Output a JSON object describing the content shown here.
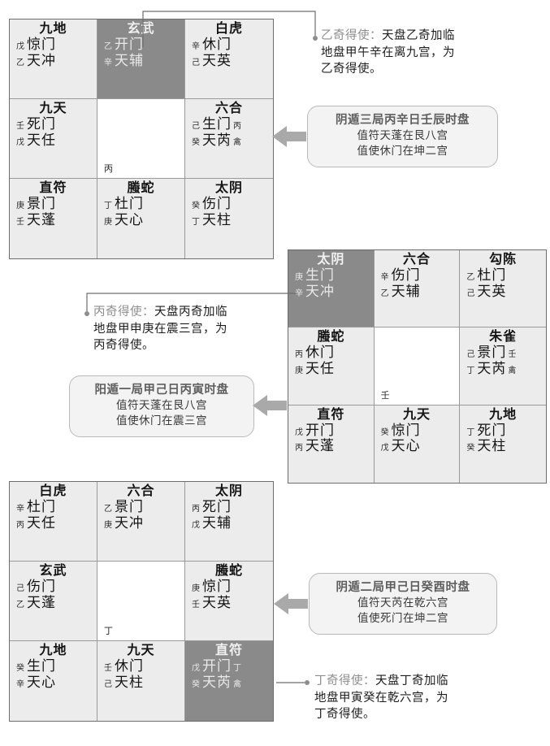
{
  "grids": [
    {
      "id": "grid-1",
      "cells": [
        {
          "god": "九地",
          "line1": {
            "pre": "戊",
            "main": "惊门",
            "suf": ""
          },
          "line2": {
            "pre": "乙",
            "main": "天冲",
            "suf": ""
          },
          "shade": "light"
        },
        {
          "god": "玄武",
          "line1": {
            "pre": "乙",
            "main": "开门",
            "suf": ""
          },
          "line2": {
            "pre": "辛",
            "main": "天辅",
            "suf": ""
          },
          "shade": "dark"
        },
        {
          "god": "白虎",
          "line1": {
            "pre": "辛",
            "main": "休门",
            "suf": ""
          },
          "line2": {
            "pre": "己",
            "main": "天英",
            "suf": ""
          },
          "shade": "light"
        },
        {
          "god": "九天",
          "line1": {
            "pre": "壬",
            "main": "死门",
            "suf": ""
          },
          "line2": {
            "pre": "戊",
            "main": "天任",
            "suf": ""
          },
          "shade": "light"
        },
        {
          "god": "",
          "center_stem": "丙",
          "shade": "empty"
        },
        {
          "god": "六合",
          "line1": {
            "pre": "己",
            "main": "生门",
            "suf": "丙"
          },
          "line2": {
            "pre": "癸",
            "main": "天芮",
            "suf": "禽"
          },
          "shade": "light"
        },
        {
          "god": "直符",
          "line1": {
            "pre": "庚",
            "main": "景门",
            "suf": ""
          },
          "line2": {
            "pre": "壬",
            "main": "天蓬",
            "suf": ""
          },
          "shade": "light"
        },
        {
          "god": "螣蛇",
          "line1": {
            "pre": "丁",
            "main": "杜门",
            "suf": ""
          },
          "line2": {
            "pre": "庚",
            "main": "天心",
            "suf": ""
          },
          "shade": "light"
        },
        {
          "god": "太阴",
          "line1": {
            "pre": "癸",
            "main": "伤门",
            "suf": ""
          },
          "line2": {
            "pre": "丁",
            "main": "天柱",
            "suf": ""
          },
          "shade": "light"
        }
      ]
    },
    {
      "id": "grid-2",
      "cells": [
        {
          "god": "太阴",
          "line1": {
            "pre": "庚",
            "main": "生门",
            "suf": ""
          },
          "line2": {
            "pre": "辛",
            "main": "天冲",
            "suf": ""
          },
          "shade": "dark"
        },
        {
          "god": "六合",
          "line1": {
            "pre": "辛",
            "main": "伤门",
            "suf": ""
          },
          "line2": {
            "pre": "乙",
            "main": "天辅",
            "suf": ""
          },
          "shade": "light"
        },
        {
          "god": "勾陈",
          "line1": {
            "pre": "乙",
            "main": "杜门",
            "suf": ""
          },
          "line2": {
            "pre": "己",
            "main": "天英",
            "suf": ""
          },
          "shade": "light"
        },
        {
          "god": "螣蛇",
          "line1": {
            "pre": "丙",
            "main": "休门",
            "suf": ""
          },
          "line2": {
            "pre": "庚",
            "main": "天任",
            "suf": ""
          },
          "shade": "light"
        },
        {
          "god": "",
          "center_stem": "壬",
          "shade": "empty"
        },
        {
          "god": "朱雀",
          "line1": {
            "pre": "己",
            "main": "景门",
            "suf": "壬"
          },
          "line2": {
            "pre": "丁",
            "main": "天芮",
            "suf": "禽"
          },
          "shade": "light"
        },
        {
          "god": "直符",
          "line1": {
            "pre": "戊",
            "main": "开门",
            "suf": ""
          },
          "line2": {
            "pre": "丙",
            "main": "天蓬",
            "suf": ""
          },
          "shade": "light"
        },
        {
          "god": "九天",
          "line1": {
            "pre": "癸",
            "main": "惊门",
            "suf": ""
          },
          "line2": {
            "pre": "戊",
            "main": "天心",
            "suf": ""
          },
          "shade": "light"
        },
        {
          "god": "九地",
          "line1": {
            "pre": "丁",
            "main": "死门",
            "suf": ""
          },
          "line2": {
            "pre": "癸",
            "main": "天柱",
            "suf": ""
          },
          "shade": "light"
        }
      ]
    },
    {
      "id": "grid-3",
      "cells": [
        {
          "god": "白虎",
          "line1": {
            "pre": "辛",
            "main": "杜门",
            "suf": ""
          },
          "line2": {
            "pre": "丙",
            "main": "天任",
            "suf": ""
          },
          "shade": "light"
        },
        {
          "god": "六合",
          "line1": {
            "pre": "乙",
            "main": "景门",
            "suf": ""
          },
          "line2": {
            "pre": "庚",
            "main": "天冲",
            "suf": ""
          },
          "shade": "light"
        },
        {
          "god": "太阴",
          "line1": {
            "pre": "丙",
            "main": "死门",
            "suf": ""
          },
          "line2": {
            "pre": "戊",
            "main": "天辅",
            "suf": ""
          },
          "shade": "light"
        },
        {
          "god": "玄武",
          "line1": {
            "pre": "己",
            "main": "伤门",
            "suf": ""
          },
          "line2": {
            "pre": "乙",
            "main": "天蓬",
            "suf": ""
          },
          "shade": "light"
        },
        {
          "god": "",
          "center_stem": "丁",
          "shade": "empty"
        },
        {
          "god": "螣蛇",
          "line1": {
            "pre": "庚",
            "main": "惊门",
            "suf": ""
          },
          "line2": {
            "pre": "壬",
            "main": "天英",
            "suf": ""
          },
          "shade": "light"
        },
        {
          "god": "九地",
          "line1": {
            "pre": "癸",
            "main": "生门",
            "suf": ""
          },
          "line2": {
            "pre": "辛",
            "main": "天心",
            "suf": ""
          },
          "shade": "light"
        },
        {
          "god": "九天",
          "line1": {
            "pre": "壬",
            "main": "休门",
            "suf": ""
          },
          "line2": {
            "pre": "己",
            "main": "天柱",
            "suf": ""
          },
          "shade": "light"
        },
        {
          "god": "直符",
          "line1": {
            "pre": "戊",
            "main": "开门",
            "suf": "丁"
          },
          "line2": {
            "pre": "癸",
            "main": "天芮",
            "suf": "禽"
          },
          "shade": "dark"
        }
      ]
    }
  ],
  "notes": [
    {
      "id": "note-yi",
      "lead": "乙奇得使：",
      "l1_rest": "天盘乙奇加临",
      "l2": "地盘甲午辛在离九宫，为",
      "l3": "乙奇得使。"
    },
    {
      "id": "note-bing",
      "lead": "丙奇得使：",
      "l1_rest": "天盘丙奇加临",
      "l2": "地盘甲申庚在震三宫，为",
      "l3": "丙奇得使。"
    },
    {
      "id": "note-ding",
      "lead": "丁奇得使：",
      "l1_rest": "天盘丁奇加临",
      "l2": "地盘甲寅癸在乾六宫，为",
      "l3": "丁奇得使。"
    }
  ],
  "infoboxes": [
    {
      "id": "infobox-1",
      "title": "阴遁三局丙辛日壬辰时盘",
      "line1": "值符天蓬在艮八宫",
      "line2": "值使休门在坤二宫"
    },
    {
      "id": "infobox-2",
      "title": "阳遁一局甲己日丙寅时盘",
      "line1": "值符天蓬在艮八宫",
      "line2": "值使休门在震三宫"
    },
    {
      "id": "infobox-3",
      "title": "阴遁二局甲己日癸酉时盘",
      "line1": "值符天芮在乾六宫",
      "line2": "值使死门在坤二宫"
    }
  ],
  "colors": {
    "cell_light": "#ececed",
    "cell_dark": "#8a8a8a",
    "cell_empty": "#ffffff",
    "grid_border": "#6d6d6d",
    "arrow": "#a9a9a9",
    "connector": "#6e6e6e",
    "note_lead": "#8d8d8d",
    "infobox_title": "#5e5e5e",
    "infobox_bg": "#f3f3f3"
  }
}
